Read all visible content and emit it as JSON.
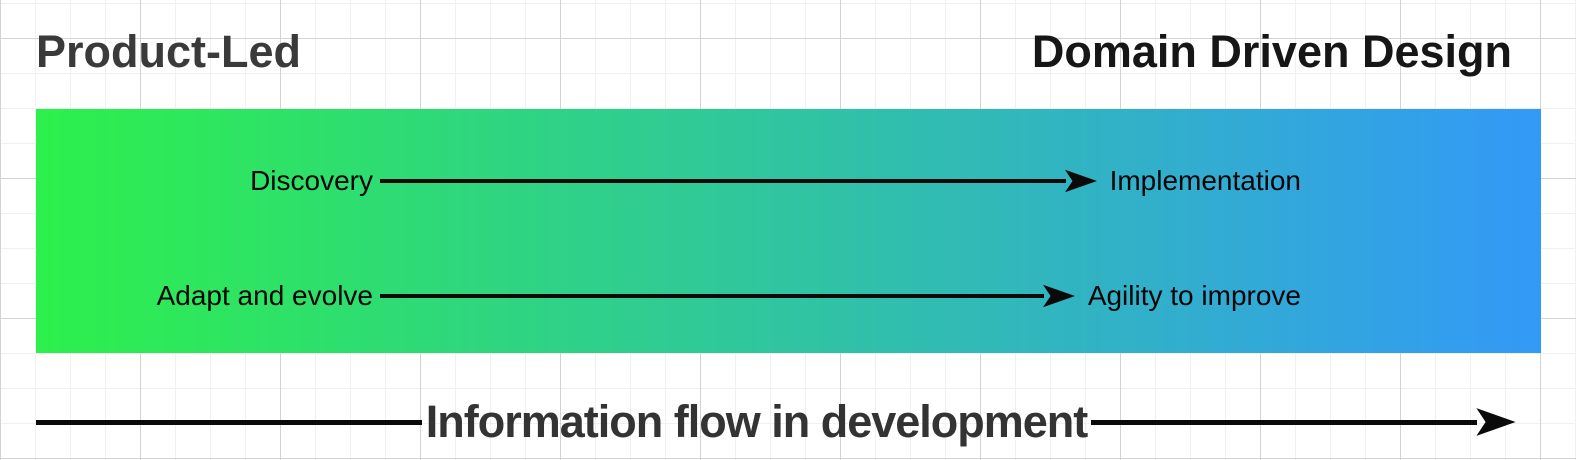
{
  "titles": {
    "left": "Product-Led",
    "right": "Domain Driven Design"
  },
  "bar": {
    "gradient_start": "#2df04b",
    "gradient_end": "#3399f7"
  },
  "flows": [
    {
      "from": "Discovery",
      "to": "Implementation"
    },
    {
      "from": "Adapt and evolve",
      "to": "Agility to improve"
    }
  ],
  "bottom_arrow": {
    "label": "Information flow in development"
  },
  "colors": {
    "title_left": "#3a3a3a",
    "title_right": "#161616",
    "flow_text": "#060606",
    "bottom_label": "#333333",
    "arrow": "#0a0a0a",
    "grid_minor": "#f0f0f0",
    "grid_major": "#d3d3d3"
  }
}
